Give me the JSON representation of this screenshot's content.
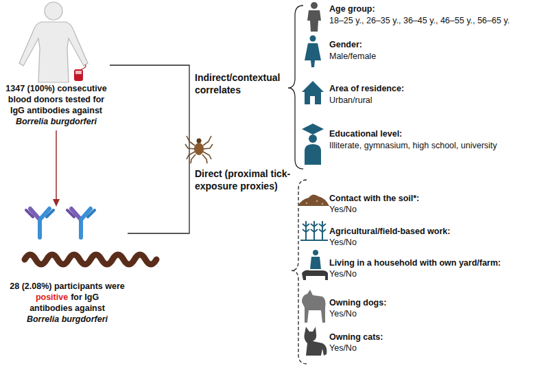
{
  "diagram": {
    "labels": [
      "1347 (100%) consecutive",
      "blood donors tested for",
      "IgG antibodies against",
      "Borrelia burgdorferi",
      "28 (2.08%) participants were",
      "positive",
      "for IgG",
      "antibodies against",
      "Borrelia burgdorferi",
      "Indirect/contextual correlates",
      "Direct (proximal tick-exposure proxies)",
      "Age group:",
      "18–25 y., 26–35 y., 36–45 y., 46–55 y., 56–65 y.",
      "Gender:",
      "Male/female",
      "Area of residence:",
      "Urban/rural",
      "Educational level:",
      "Illiterate, gymnasium, high school, university",
      "Contact with the soil*:",
      "Yes/No",
      "Agricultural/field-based work:",
      "Yes/No",
      "Living in a household with own yard/farm:",
      "Yes/No",
      "Owning dogs:",
      "Yes/No",
      "Owning cats:",
      "Yes/No"
    ]
  }
}
